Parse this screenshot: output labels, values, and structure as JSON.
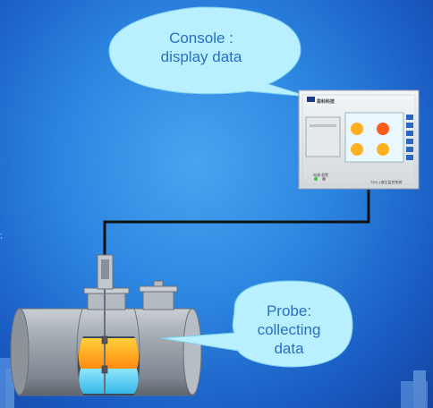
{
  "bubbles": {
    "console": {
      "line1": "Console :",
      "line2": "display data"
    },
    "probe": {
      "line1": "Probe:",
      "line2": "collecting",
      "line3": "data"
    }
  },
  "device": {
    "brand": "思科科技",
    "model": "TDS-1液位监控系统",
    "status_labels": "电源 报警"
  },
  "side_mark": ";",
  "colors": {
    "bubble_fill": "#b8f0ff",
    "fuel": "#ffa21a",
    "water": "#5fd3f0",
    "tank": "#9aa0a8"
  }
}
